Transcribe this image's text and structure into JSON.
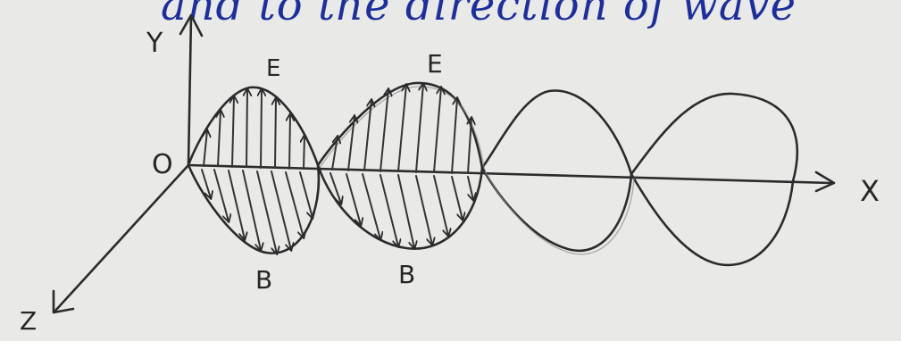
{
  "heading_fragment": "and to the direction of wave",
  "axes": {
    "y": "Y",
    "x": "X",
    "z": "Z",
    "origin": "O"
  },
  "field_labels": {
    "e1": "E",
    "e2": "E",
    "b1": "B",
    "b2": "B"
  }
}
